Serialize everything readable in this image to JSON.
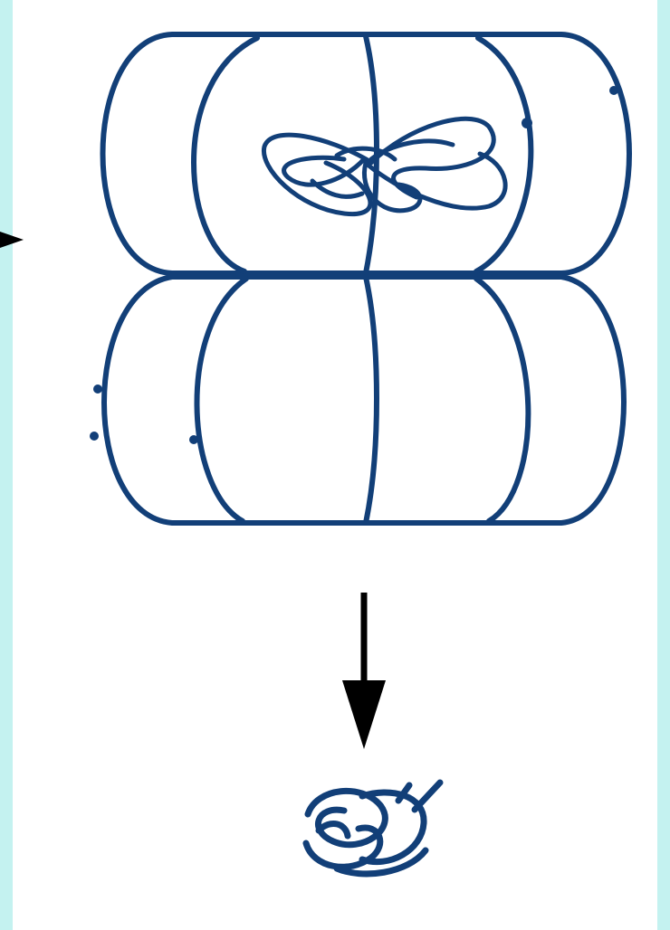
{
  "colors": {
    "frame": "#c4f2f0",
    "panel": "#ffffff",
    "ink": "#123f78",
    "arrow": "#000000"
  },
  "diagram": {
    "elements": [
      {
        "name": "upper-cylinder",
        "kind": "barrel"
      },
      {
        "name": "lower-cylinder",
        "kind": "barrel"
      },
      {
        "name": "central-tangle",
        "kind": "tangled-strand"
      },
      {
        "name": "side-pointer-arrow",
        "kind": "arrow",
        "direction": "right"
      },
      {
        "name": "down-arrow",
        "kind": "arrow",
        "direction": "down"
      },
      {
        "name": "collapsed-tangle",
        "kind": "tangled-strand"
      }
    ]
  }
}
